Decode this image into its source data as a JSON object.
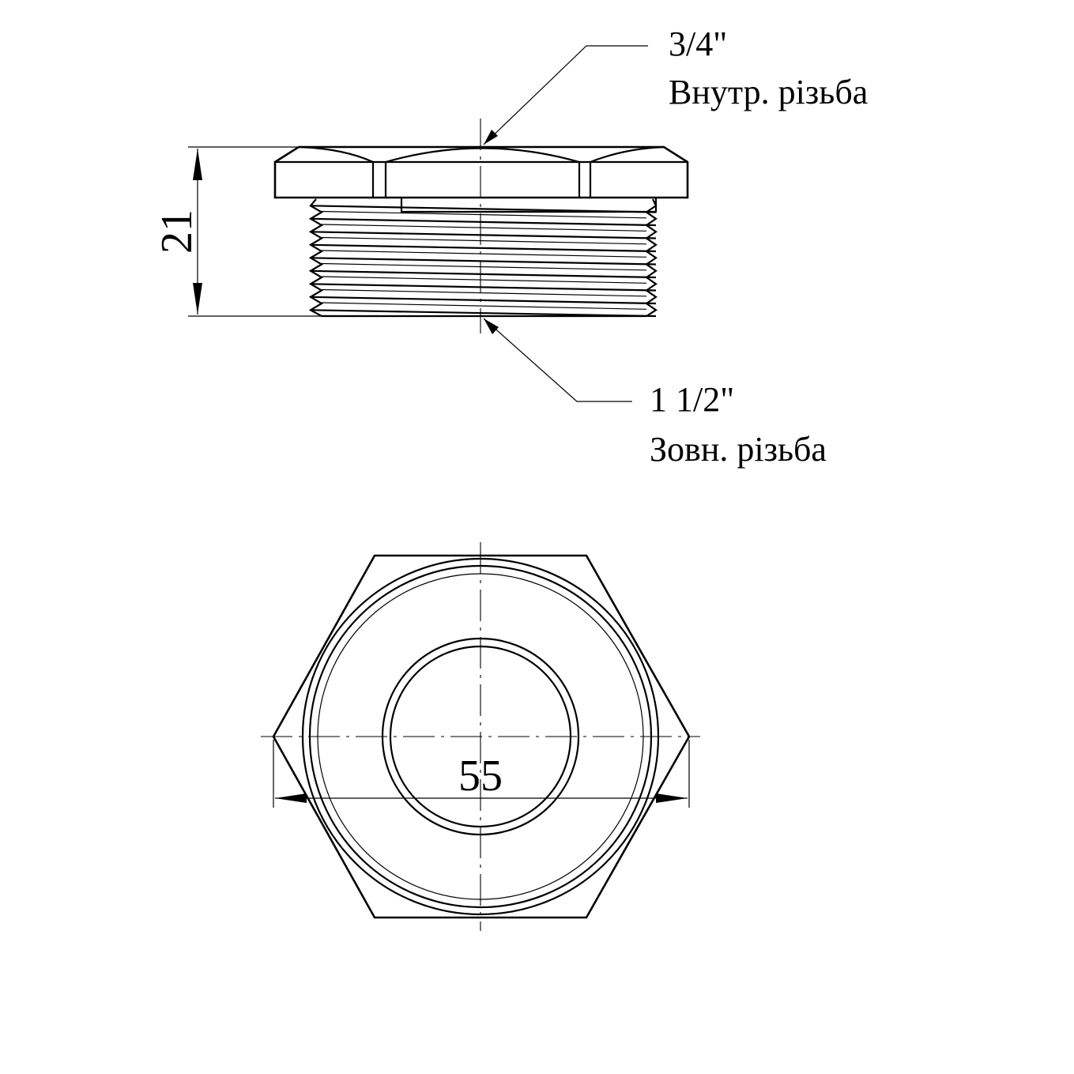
{
  "inner_thread": {
    "size": "3/4\"",
    "caption": "Внутр. різьба"
  },
  "outer_thread": {
    "size": "1 1/2\"",
    "caption": "Зовн. різьба"
  },
  "dimensions": {
    "height": "21",
    "width": "55"
  },
  "colors": {
    "line": "#000000",
    "background": "#ffffff"
  }
}
